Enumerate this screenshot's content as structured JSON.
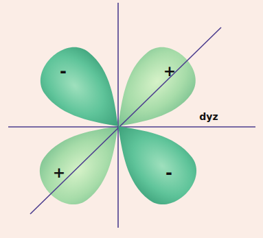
{
  "diagram": {
    "labels": [
      "-",
      "+",
      "dyz",
      "+",
      "-"
    ]
  }
}
